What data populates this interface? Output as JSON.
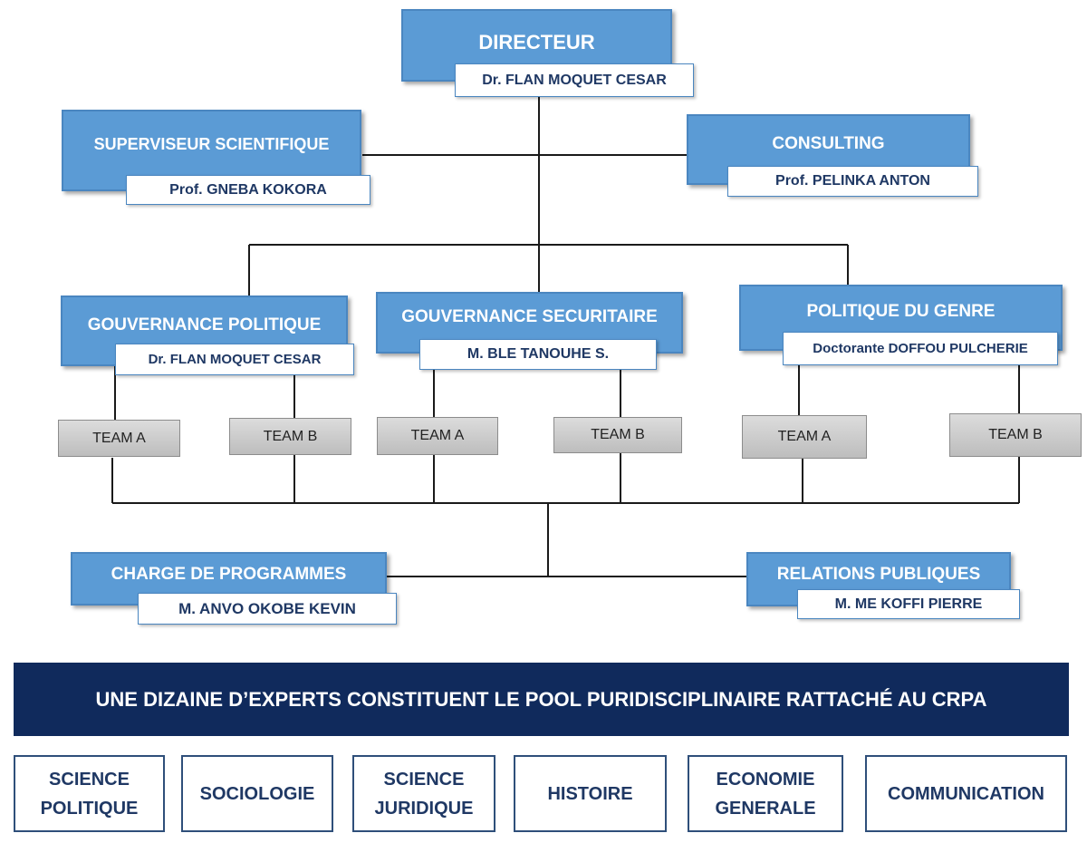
{
  "directeur": {
    "title": "DIRECTEUR",
    "name": "Dr. FLAN MOQUET CESAR"
  },
  "superviseur": {
    "title": "SUPERVISEUR SCIENTIFIQUE",
    "name": "Prof. GNEBA KOKORA"
  },
  "consulting": {
    "title": "CONSULTING",
    "name": "Prof. PELINKA ANTON"
  },
  "departments": [
    {
      "title": "GOUVERNANCE POLITIQUE",
      "name": "Dr. FLAN MOQUET CESAR",
      "teams": [
        "TEAM A",
        "TEAM B"
      ]
    },
    {
      "title": "GOUVERNANCE SECURITAIRE",
      "name": "M. BLE TANOUHE S.",
      "teams": [
        "TEAM A",
        "TEAM B"
      ]
    },
    {
      "title": "POLITIQUE DU GENRE",
      "name": "Doctorante DOFFOU PULCHERIE",
      "teams": [
        "TEAM A",
        "TEAM B"
      ]
    }
  ],
  "charge": {
    "title": "CHARGE DE PROGRAMMES",
    "name": "M. ANVO OKOBE KEVIN"
  },
  "relations": {
    "title": "RELATIONS PUBLIQUES",
    "name": "M. ME KOFFI PIERRE"
  },
  "banner": "UNE DIZAINE D’EXPERTS CONSTITUENT LE POOL PURIDISCIPLINAIRE RATTACHÉ AU CRPA",
  "disciplines": [
    [
      "SCIENCE",
      "POLITIQUE"
    ],
    [
      "SOCIOLOGIE"
    ],
    [
      "SCIENCE",
      "JURIDIQUE"
    ],
    [
      "HISTOIRE"
    ],
    [
      "ECONOMIE",
      "GENERALE"
    ],
    [
      "COMMUNICATION"
    ]
  ],
  "colors": {
    "box": "#5b9bd5",
    "name_text": "#1f3864",
    "banner": "#102a5c",
    "team": "#c8c8c8"
  }
}
